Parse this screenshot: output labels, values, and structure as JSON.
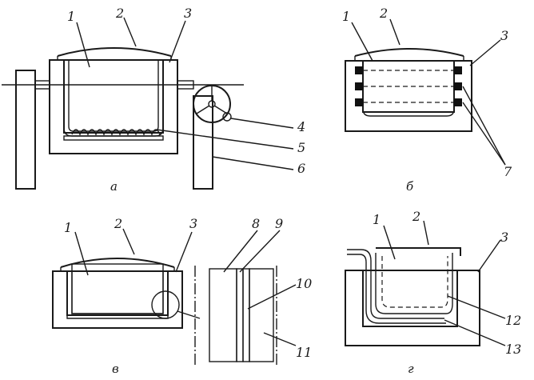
{
  "figure": {
    "panels": [
      {
        "id": "a",
        "caption": "а"
      },
      {
        "id": "b",
        "caption": "б"
      },
      {
        "id": "v",
        "caption": "в"
      },
      {
        "id": "g",
        "caption": "г"
      }
    ],
    "numbers": {
      "n1": "1",
      "n2": "2",
      "n3": "3",
      "n4": "4",
      "n5": "5",
      "n6": "6",
      "n7": "7",
      "n8": "8",
      "n9": "9",
      "n10": "10",
      "n11": "11",
      "n12": "12",
      "n13": "13"
    }
  }
}
